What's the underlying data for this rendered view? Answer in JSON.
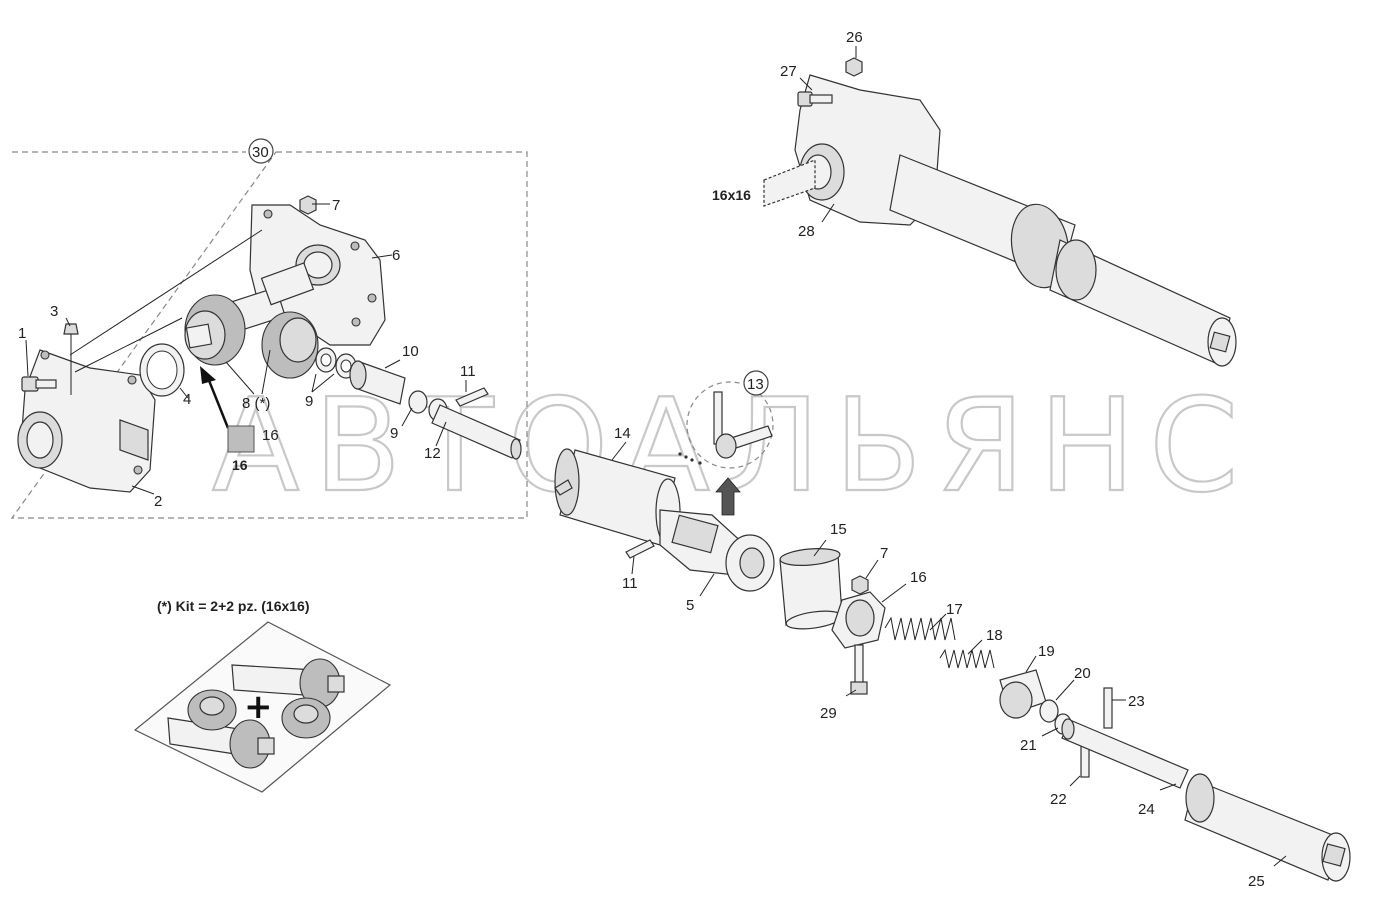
{
  "diagram": {
    "watermark": "АВТОАЛЬЯНС",
    "group_label": "30",
    "subassembly_label": "13",
    "size_label": "16x16",
    "kit_label": "(*) Kit = 2+2 pz. (16x16)",
    "plus_sign": "+",
    "kit_ref_label": "16",
    "kit_ref_small": "16",
    "callouts": {
      "c1": "1",
      "c2": "2",
      "c3": "3",
      "c4": "4",
      "c5": "5",
      "c6": "6",
      "c7a": "7",
      "c7b": "7",
      "c8": "8 (*)",
      "c9a": "9",
      "c9b": "9",
      "c10": "10",
      "c11a": "11",
      "c11b": "11",
      "c12": "12",
      "c14": "14",
      "c15": "15",
      "c16": "16",
      "c17": "17",
      "c18": "18",
      "c19": "19",
      "c20": "20",
      "c21": "21",
      "c22": "22",
      "c23": "23",
      "c24": "24",
      "c25": "25",
      "c26": "26",
      "c27": "27",
      "c28": "28",
      "c29": "29"
    }
  }
}
